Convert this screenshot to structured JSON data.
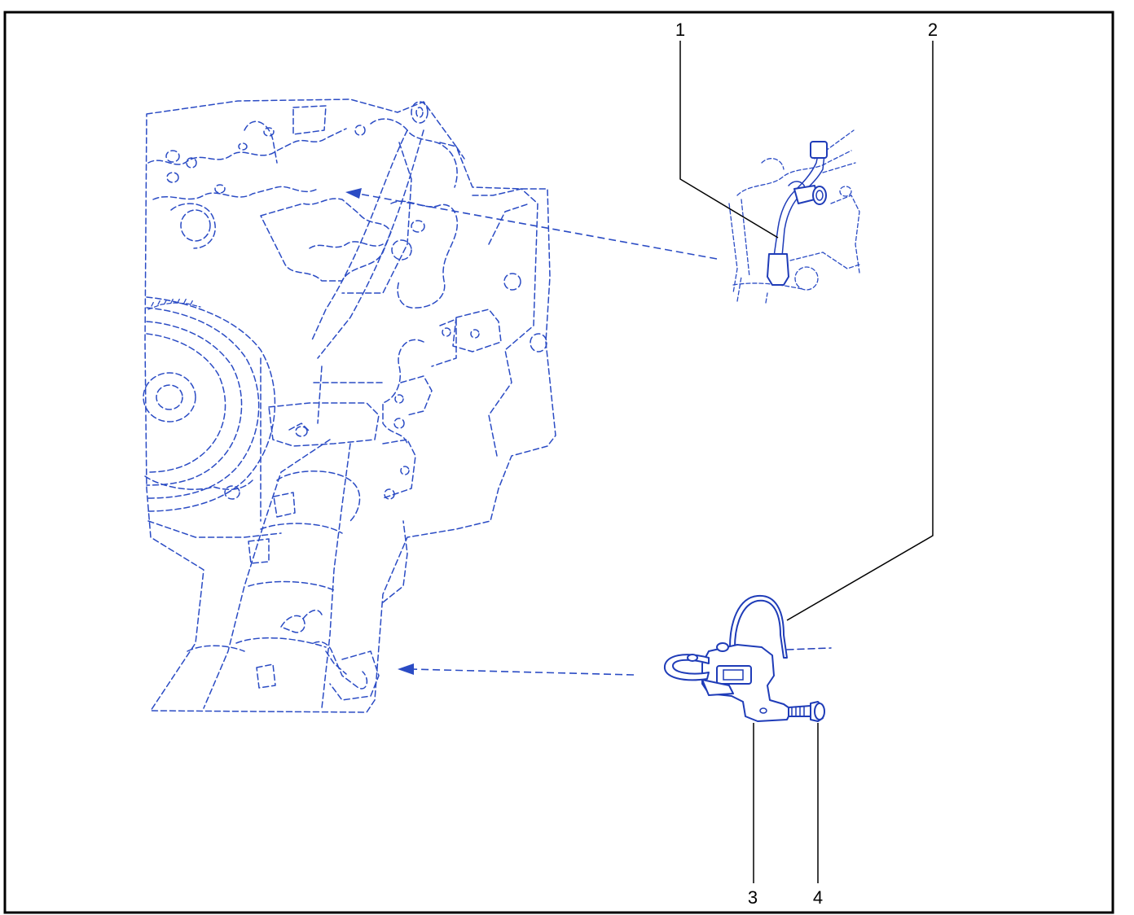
{
  "diagram": {
    "colors": {
      "frame": "#000000",
      "line_art": "#2a4bc4",
      "part_art": "#1f3cb8",
      "callouts": "#000000"
    },
    "callouts": [
      {
        "id": "1",
        "label": "1"
      },
      {
        "id": "2",
        "label": "2"
      },
      {
        "id": "3",
        "label": "3"
      },
      {
        "id": "4",
        "label": "4"
      }
    ]
  }
}
